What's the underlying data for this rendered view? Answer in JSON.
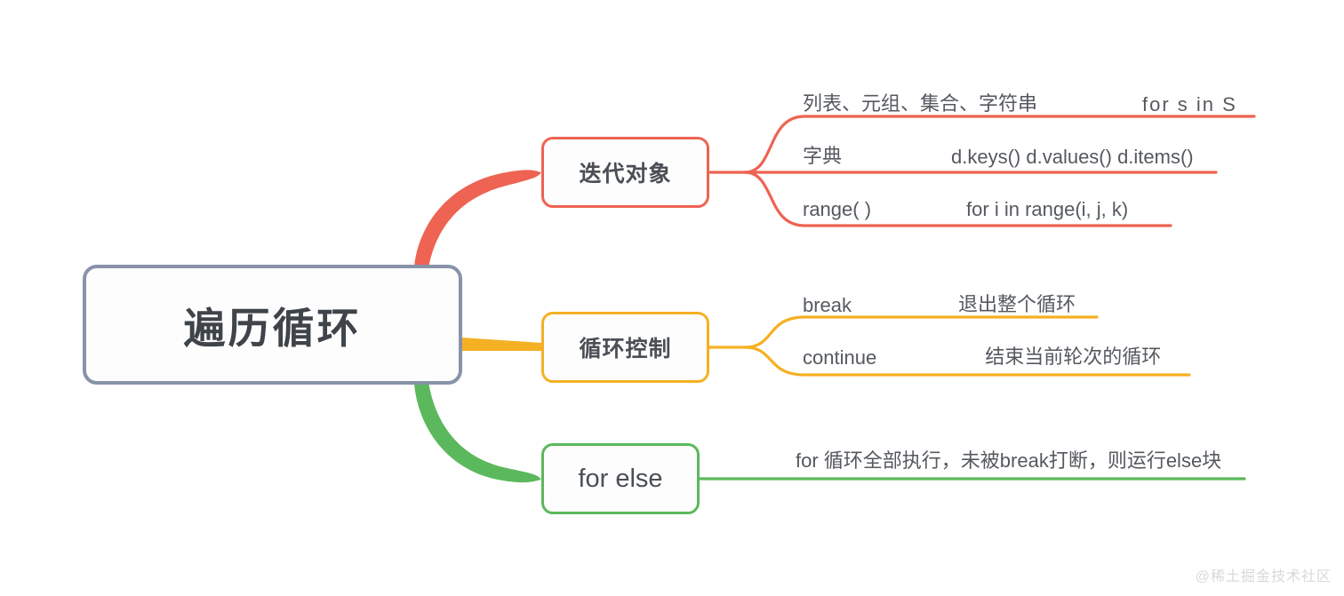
{
  "diagram": {
    "title": "遍历循环",
    "root": {
      "label": "遍历循环",
      "border_color": "#8892a8"
    },
    "branches": [
      {
        "label": "迭代对象",
        "color": "#ee6352",
        "leaves": [
          {
            "key": "列表、元组、集合、字符串",
            "value": "for  s  in  S"
          },
          {
            "key": "字典",
            "value": "d.keys()   d.values()  d.items()"
          },
          {
            "key": "range( )",
            "value": "for i in range(i, j, k)"
          }
        ]
      },
      {
        "label": "循环控制",
        "color": "#f5b023",
        "leaves": [
          {
            "key": "break",
            "value": "退出整个循环"
          },
          {
            "key": "continue",
            "value": "结束当前轮次的循环"
          }
        ]
      },
      {
        "label": "for else",
        "color": "#5cb85c",
        "leaves": [
          {
            "key": "for 循环全部执行，未被break打断，则运行else块",
            "value": ""
          }
        ]
      }
    ],
    "watermark": "@稀土掘金技术社区"
  }
}
